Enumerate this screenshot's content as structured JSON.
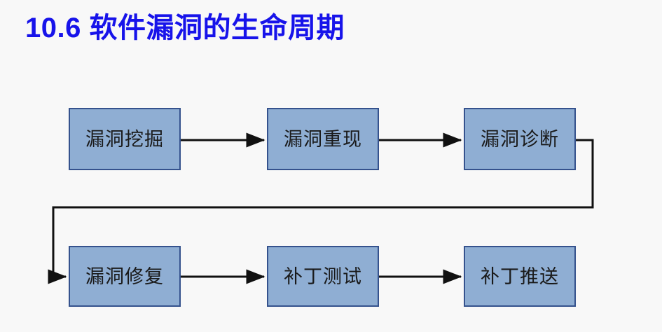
{
  "slide": {
    "title": "10.6 软件漏洞的生命周期",
    "background_color": "#f8f8f8",
    "title_color": "#1713ea"
  },
  "diagram": {
    "type": "flowchart",
    "box_fill_color": "#8faed3",
    "box_border_color": "#35528d",
    "connector_color": "#111111",
    "nodes": [
      {
        "id": "discovery",
        "label": "漏洞挖掘",
        "row": 1,
        "col": 1
      },
      {
        "id": "reproduce",
        "label": "漏洞重现",
        "row": 1,
        "col": 2
      },
      {
        "id": "diagnose",
        "label": "漏洞诊断",
        "row": 1,
        "col": 3
      },
      {
        "id": "repair",
        "label": "漏洞修复",
        "row": 2,
        "col": 1
      },
      {
        "id": "patch_test",
        "label": "补丁测试",
        "row": 2,
        "col": 2
      },
      {
        "id": "patch_push",
        "label": "补丁推送",
        "row": 2,
        "col": 3
      }
    ],
    "edges": [
      {
        "from": "discovery",
        "to": "reproduce",
        "style": "straight-arrow"
      },
      {
        "from": "reproduce",
        "to": "diagnose",
        "style": "straight-arrow"
      },
      {
        "from": "diagnose",
        "to": "repair",
        "style": "elbow-wrap-arrow"
      },
      {
        "from": "repair",
        "to": "patch_test",
        "style": "straight-arrow"
      },
      {
        "from": "patch_test",
        "to": "patch_push",
        "style": "straight-arrow"
      }
    ]
  }
}
